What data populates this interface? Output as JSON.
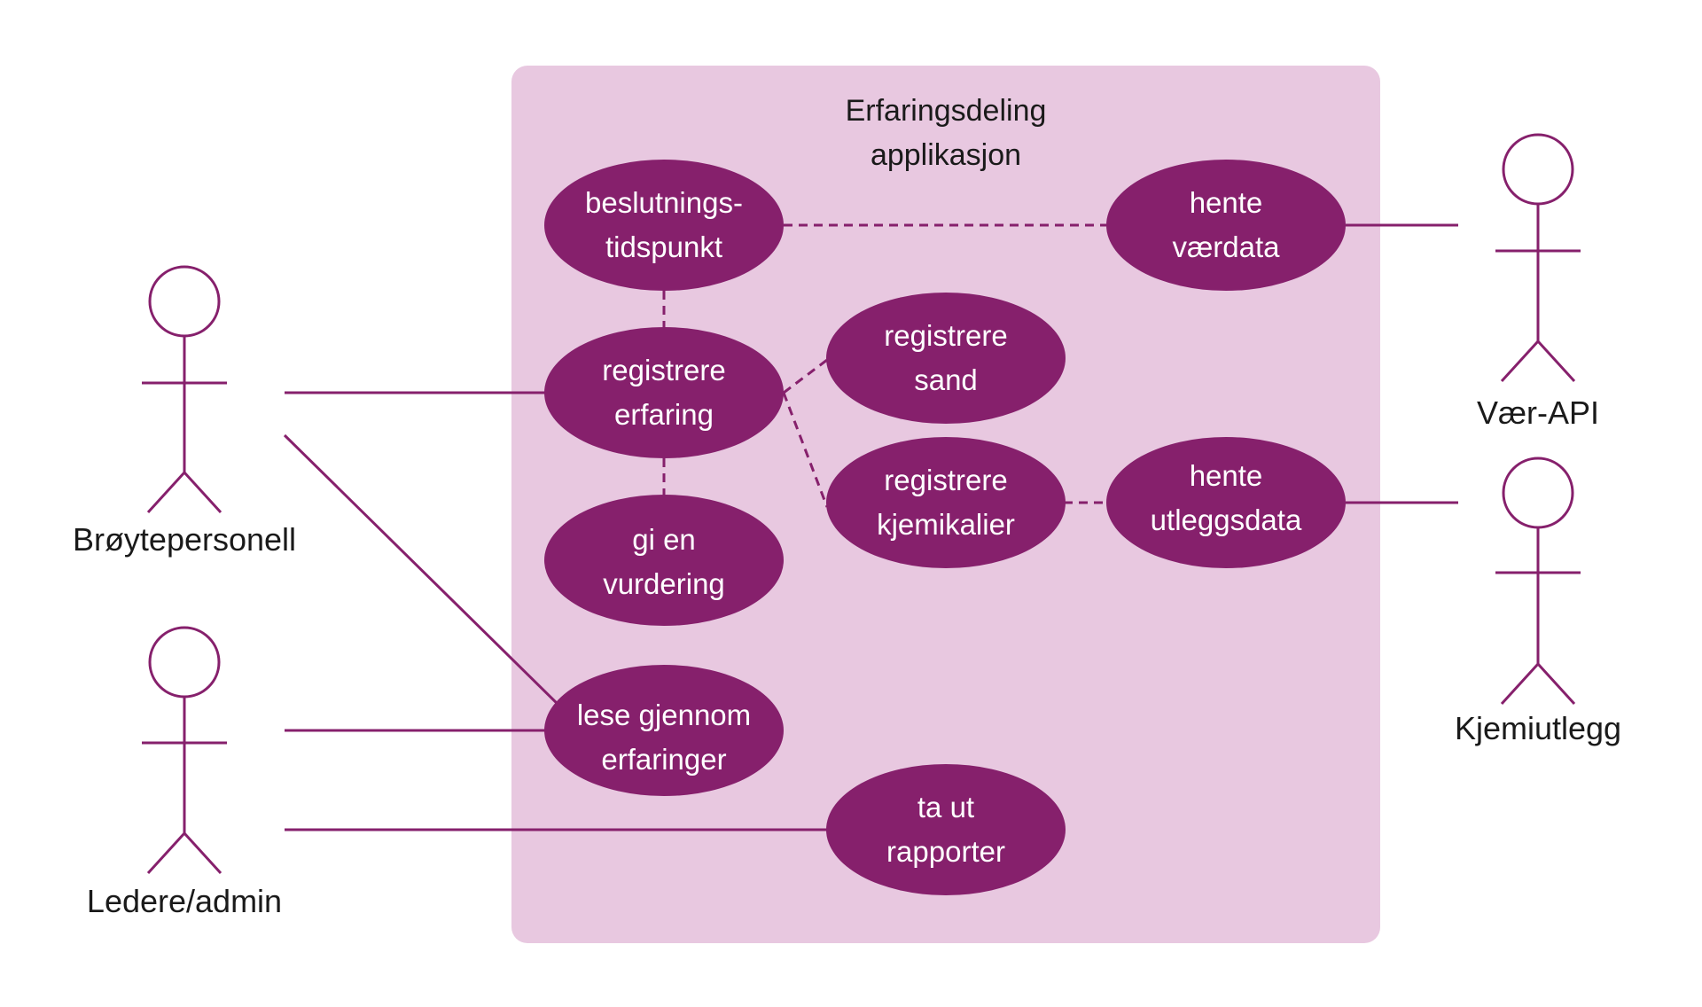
{
  "colors": {
    "accent": "#86206c",
    "system_fill": "#e8c8e0",
    "background": "#ffffff",
    "text_dark": "#1a1a1a",
    "text_light": "#ffffff"
  },
  "system": {
    "title_line1": "Erfaringsdeling",
    "title_line2": "applikasjon"
  },
  "actors": {
    "broytepersonell": "Brøytepersonell",
    "ledere": "Ledere/admin",
    "ver_api": "Vær-API",
    "kjemiutlegg": "Kjemiutlegg"
  },
  "usecases": {
    "beslutning": {
      "line1": "beslutnings-",
      "line2": "tidspunkt"
    },
    "hente_vaer": {
      "line1": "hente",
      "line2": "værdata"
    },
    "registrere_erfaring": {
      "line1": "registrere",
      "line2": "erfaring"
    },
    "registrere_sand": {
      "line1": "registrere",
      "line2": "sand"
    },
    "registrere_kjemikalier": {
      "line1": "registrere",
      "line2": "kjemikalier"
    },
    "hente_utlegg": {
      "line1": "hente",
      "line2": "utleggsdata"
    },
    "gi_vurdering": {
      "line1": "gi en",
      "line2": "vurdering"
    },
    "lese_erfaringer": {
      "line1": "lese gjennom",
      "line2": "erfaringer"
    },
    "ta_ut_rapporter": {
      "line1": "ta ut",
      "line2": "rapporter"
    }
  }
}
